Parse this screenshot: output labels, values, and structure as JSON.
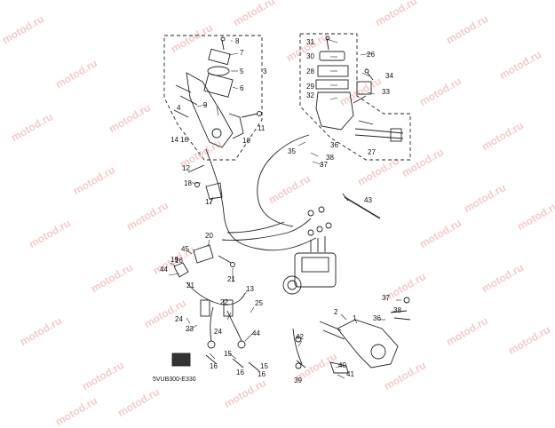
{
  "diagram": {
    "watermark": "motod.ru",
    "drawing_code": "5VUB300-E330",
    "callouts": [
      "1",
      "2",
      "3",
      "4",
      "5",
      "6",
      "7",
      "8",
      "9",
      "10",
      "11",
      "12",
      "13",
      "14",
      "15",
      "16",
      "17",
      "18",
      "19",
      "20",
      "21",
      "22",
      "23",
      "24",
      "25",
      "26",
      "27",
      "28",
      "29",
      "30",
      "31",
      "32",
      "33",
      "34",
      "35",
      "36",
      "37",
      "38",
      "39",
      "40",
      "41",
      "42",
      "43",
      "44",
      "45"
    ]
  }
}
